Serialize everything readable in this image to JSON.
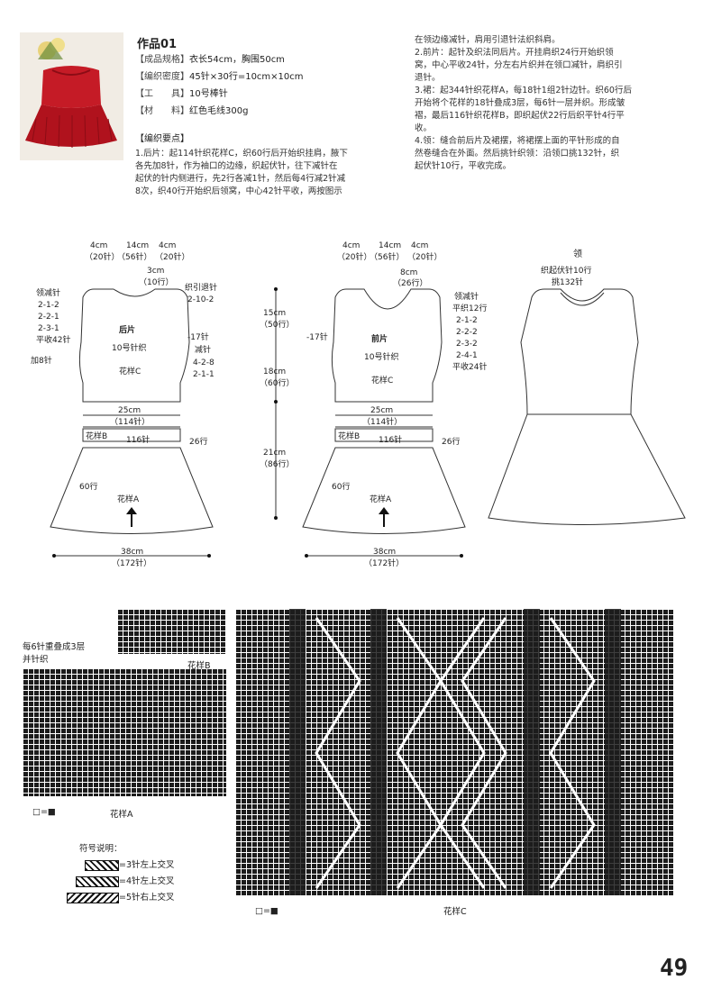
{
  "work_title": "作品01",
  "specs": [
    {
      "label": "【成品规格】",
      "value": "衣长54cm，胸围50cm"
    },
    {
      "label": "【编织密度】",
      "value": "45针×30行=10cm×10cm"
    },
    {
      "label": "【工　　具】",
      "value": "10号棒针"
    },
    {
      "label": "【材　　料】",
      "value": "红色毛线300g"
    }
  ],
  "key_points_label": "【编织要点】",
  "instructions_left": [
    "1.后片：起114针织花样C，织60行后开始织挂肩，腋下",
    "各先加8针，作为袖口的边缘，织起伏针，往下减针在",
    "起伏的针内侧进行，先2行各减1针，然后每4行减2针减",
    "8次，织40行开始织后领窝，中心42针平收，两按图示"
  ],
  "instructions_right": [
    "在领边缘减针，肩用引退针法织斜肩。",
    "2.前片：起针及织法同后片。开挂肩织24行开始织领",
    "窝，中心平收24针，分左右片织并在领口减针，肩织引",
    "退针。",
    "3.裙：起344针织花样A，每18针1组2针边针。织60行后",
    "开始将个花样的18针叠成3层，每6针一层并织。形成皱",
    "褶，最后116针织花样B，即织起伏22行后织平针4行平",
    "收。",
    "4.领：缝合前后片及裙摆，将裙摆上面的平针形成的自",
    "然卷缝合在外面。然后挑针织领：沿领口挑132针，织",
    "起伏针10行，平收完成。"
  ],
  "back": {
    "top_dims": [
      "4cm",
      "14cm",
      "4cm"
    ],
    "top_stitches": [
      "（20针）",
      "（56针）",
      "（20针）"
    ],
    "neck_depth": "3cm",
    "neck_rows": "（10行）",
    "neck_dec_label": [
      "领减针",
      "2-1-2",
      "2-2-1",
      "2-3-1",
      "平收42针"
    ],
    "shoulder_label": [
      "织引退针",
      "2-10-2"
    ],
    "add_label": "加8针",
    "name": "后片",
    "needle": "10号针织",
    "pattern": "花样C",
    "armhole_label": [
      "-17针",
      "减针",
      "4-2-8",
      "2-1-1"
    ],
    "waist_cm": "25cm",
    "waist_st": "（114针）",
    "band_pattern": "花样B",
    "band_st": "116针",
    "band_rows": "26行",
    "skirt_rows": "60行",
    "skirt_pattern": "花样A",
    "hem_cm": "38cm",
    "hem_st": "（172针）"
  },
  "front": {
    "top_dims": [
      "4cm",
      "14cm",
      "4cm"
    ],
    "top_stitches": [
      "（20针）",
      "（56针）",
      "（20针）"
    ],
    "neck_depth": "8cm",
    "neck_rows": "（26行）",
    "neck_dec_label": [
      "领减针",
      "平织12行",
      "2-1-2",
      "2-2-2",
      "2-3-2",
      "2-4-1",
      "平收24针"
    ],
    "armhole_label": "-17针",
    "name": "前片",
    "needle": "10号针织",
    "pattern": "花样C",
    "waist_cm": "25cm",
    "waist_st": "（114针）",
    "band_pattern": "花样B",
    "band_st": "116针",
    "band_rows": "26行",
    "skirt_rows": "60行",
    "skirt_pattern": "花样A",
    "hem_cm": "38cm",
    "hem_st": "（172针）"
  },
  "vertical_dims": [
    {
      "cm": "15cm",
      "rows": "（50行）"
    },
    {
      "cm": "18cm",
      "rows": "（60行）"
    },
    {
      "cm": "21cm",
      "rows": "（86行）"
    }
  ],
  "collar": {
    "title": "领",
    "line1": "织起伏针10行",
    "line2": "挑132针"
  },
  "chart_a": {
    "note": [
      "每6针重叠成3层",
      "并针织"
    ],
    "label_b": "花样B",
    "caption": "花样A",
    "key": "□=■"
  },
  "chart_c": {
    "caption": "花样C",
    "key": "□=■"
  },
  "legend": {
    "title": "符号说明：",
    "items": [
      "=3针左上交叉",
      "=4针左上交叉",
      "=5针右上交叉"
    ]
  },
  "page_number": "49"
}
